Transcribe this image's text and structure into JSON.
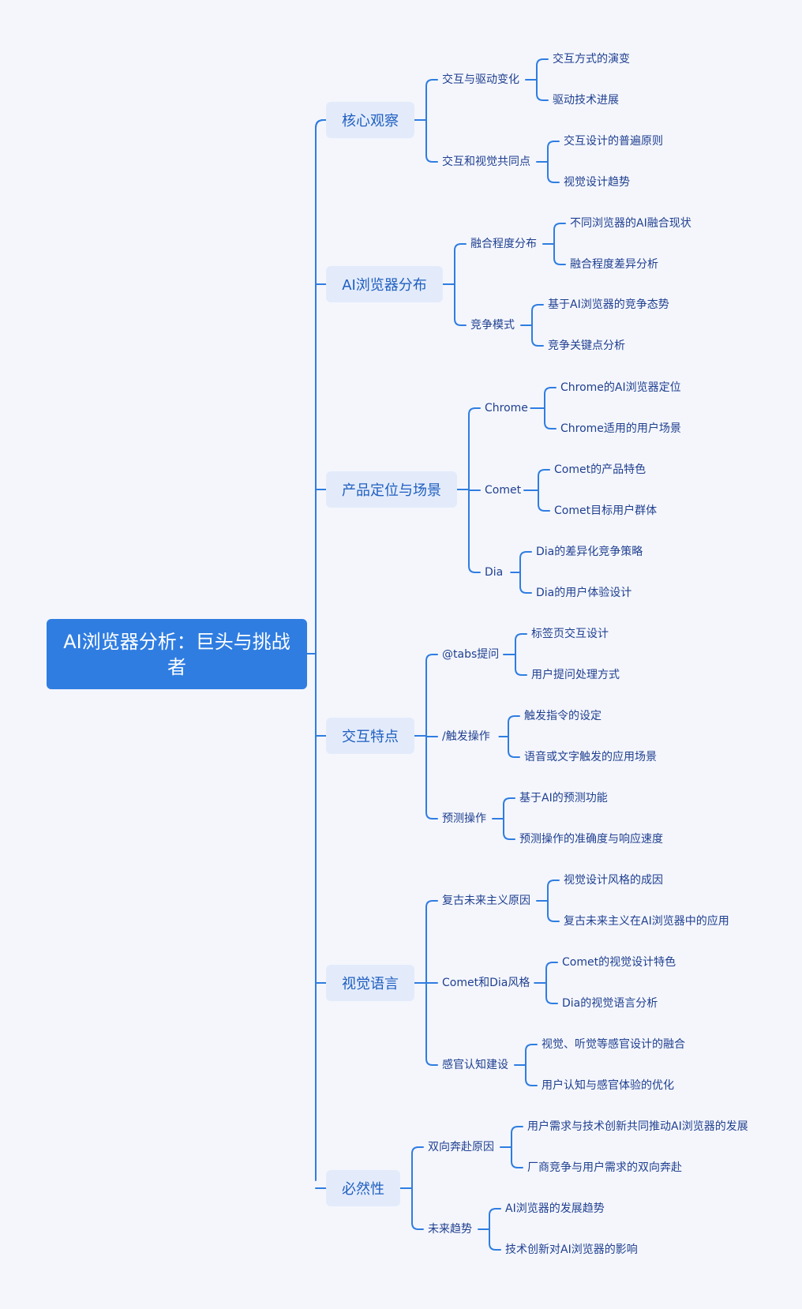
{
  "mindmap": {
    "root": "AI浏览器分析：巨头与挑战者",
    "colors": {
      "line": "#2f7de1",
      "root_bg": "#2f7de1",
      "branch_bg": "#e3ebfb",
      "text": "#1f3f8f",
      "background": "#f4f6fc"
    },
    "branches": [
      {
        "label": "核心观察",
        "children": [
          {
            "label": "交互与驱动变化",
            "children": [
              "交互方式的演变",
              "驱动技术进展"
            ]
          },
          {
            "label": "交互和视觉共同点",
            "children": [
              "交互设计的普遍原则",
              "视觉设计趋势"
            ]
          }
        ]
      },
      {
        "label": "AI浏览器分布",
        "children": [
          {
            "label": "融合程度分布",
            "children": [
              "不同浏览器的AI融合现状",
              "融合程度差异分析"
            ]
          },
          {
            "label": "竞争模式",
            "children": [
              "基于AI浏览器的竞争态势",
              "竞争关键点分析"
            ]
          }
        ]
      },
      {
        "label": "产品定位与场景",
        "children": [
          {
            "label": "Chrome",
            "children": [
              "Chrome的AI浏览器定位",
              "Chrome适用的用户场景"
            ]
          },
          {
            "label": "Comet",
            "children": [
              "Comet的产品特色",
              "Comet目标用户群体"
            ]
          },
          {
            "label": "Dia",
            "children": [
              "Dia的差异化竞争策略",
              "Dia的用户体验设计"
            ]
          }
        ]
      },
      {
        "label": "交互特点",
        "children": [
          {
            "label": "@tabs提问",
            "children": [
              "标签页交互设计",
              "用户提问处理方式"
            ]
          },
          {
            "label": "/触发操作",
            "children": [
              "触发指令的设定",
              "语音或文字触发的应用场景"
            ]
          },
          {
            "label": "预测操作",
            "children": [
              "基于AI的预测功能",
              "预测操作的准确度与响应速度"
            ]
          }
        ]
      },
      {
        "label": "视觉语言",
        "children": [
          {
            "label": "复古未来主义原因",
            "children": [
              "视觉设计风格的成因",
              "复古未来主义在AI浏览器中的应用"
            ]
          },
          {
            "label": "Comet和Dia风格",
            "children": [
              "Comet的视觉设计特色",
              "Dia的视觉语言分析"
            ]
          },
          {
            "label": "感官认知建设",
            "children": [
              "视觉、听觉等感官设计的融合",
              "用户认知与感官体验的优化"
            ]
          }
        ]
      },
      {
        "label": "必然性",
        "children": [
          {
            "label": "双向奔赴原因",
            "children": [
              "用户需求与技术创新共同推动AI浏览器的发展",
              "厂商竞争与用户需求的双向奔赴"
            ]
          },
          {
            "label": "未来趋势",
            "children": [
              "AI浏览器的发展趋势",
              "技术创新对AI浏览器的影响"
            ]
          }
        ]
      }
    ]
  }
}
